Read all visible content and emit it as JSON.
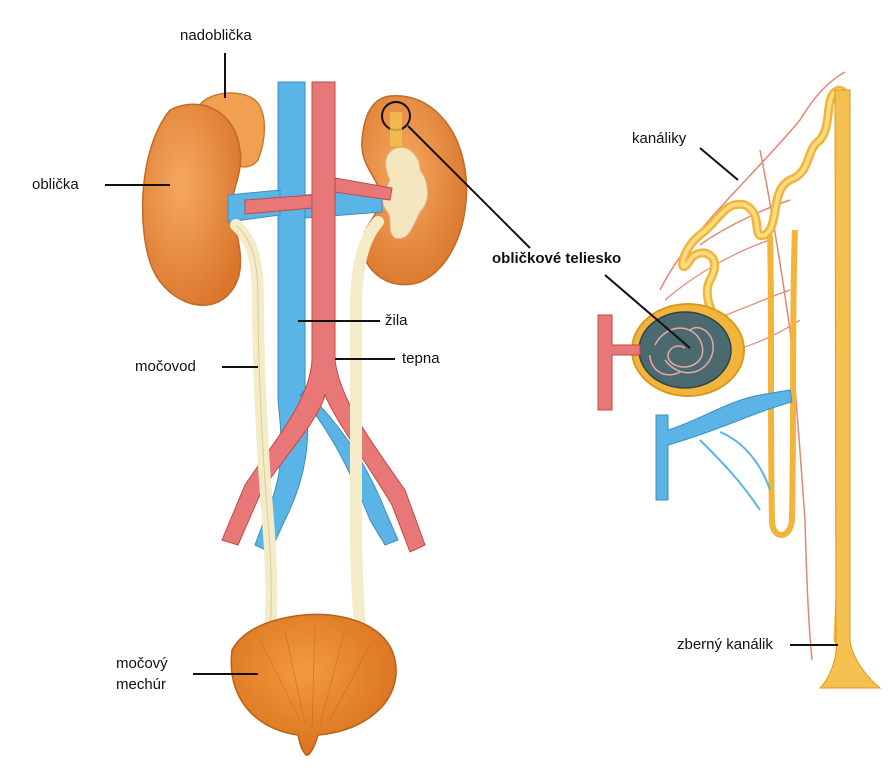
{
  "labels": {
    "adrenal": "nadoblička",
    "kidney": "oblička",
    "ureter": "močovod",
    "vein": "žila",
    "artery": "tepna",
    "bladder_line1": "močový",
    "bladder_line2": "mechúr",
    "tubules": "kanáliky",
    "renal_corpuscle": "obličkové teliesko",
    "collecting_duct": "zberný kanálik"
  },
  "colors": {
    "kidney": "#e8883a",
    "kidney_inner": "#d9784a",
    "adrenal": "#f0a050",
    "vein": "#5ab4e6",
    "artery": "#e87878",
    "ureter": "#f4ecc8",
    "bladder": "#e87f2a",
    "tubule": "#f2b43a",
    "capillary": "#e08870",
    "glomerulus": "#4a6a70"
  }
}
